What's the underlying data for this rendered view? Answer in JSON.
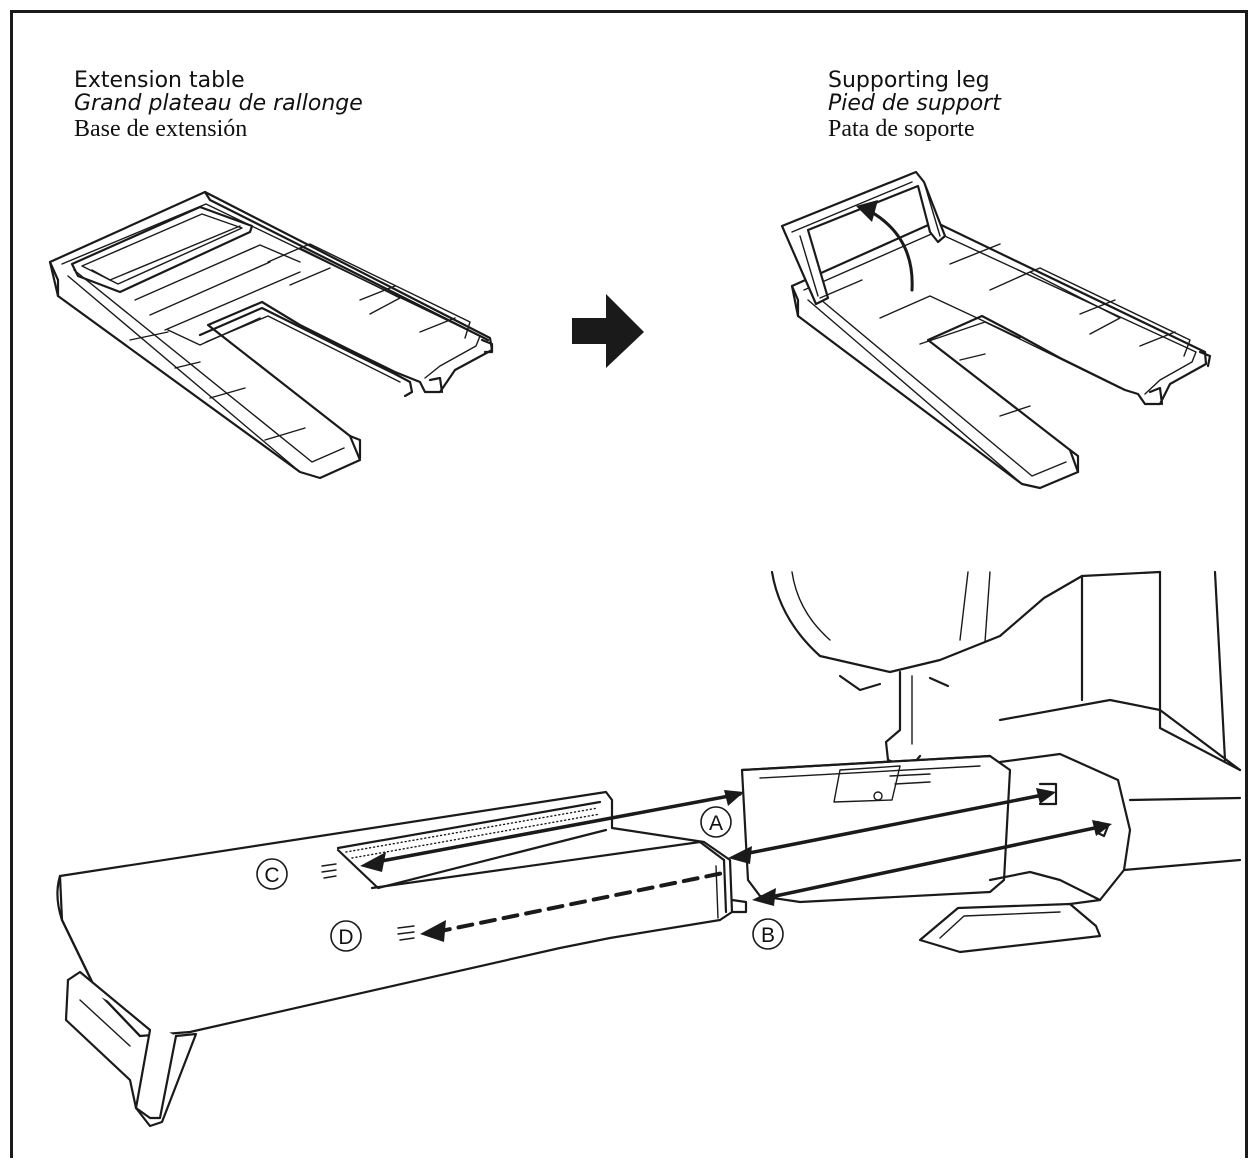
{
  "extension_table": {
    "label_en": "Extension table",
    "label_fr": "Grand plateau de rallonge",
    "label_es": "Base de extensión"
  },
  "supporting_leg": {
    "label_en": "Supporting leg",
    "label_fr": "Pied de support",
    "label_es": "Pata de soporte"
  },
  "callouts": {
    "a": "A",
    "b": "B",
    "c": "C",
    "d": "D"
  },
  "colors": {
    "line": "#1a1a1a",
    "background": "#ffffff"
  }
}
